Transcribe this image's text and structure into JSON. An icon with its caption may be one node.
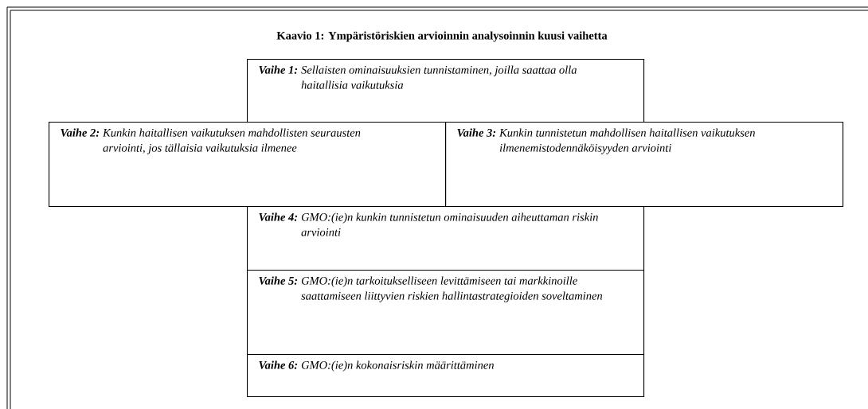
{
  "diagram": {
    "title": "Kaavio 1: Ympäristöriskien arvioinnin analysoinnin kuusi vaihetta",
    "nodes": [
      {
        "text": [
          "Vaihe 1:",
          "Sellaisten ominaisuuksien tunnistaminen, joilla saattaa olla haitallisia vaikutuksia"
        ]
      },
      {
        "text": [
          "Vaihe 2:",
          "Kunkin haitallisen vaikutuksen mahdollisten seurausten arviointi, jos tällaisia vaikutuksia ilmenee"
        ]
      },
      {
        "text": [
          "Vaihe 3:",
          "Kunkin tunnistetun mahdollisen haitallisen vaikutuksen ilmenemistodennäköisyyden arviointi"
        ]
      },
      {
        "text": [
          "Vaihe 4:",
          "GMO:(ie)n kunkin tunnistetun ominaisuuden aiheuttaman riskin arviointi"
        ]
      },
      {
        "text": [
          "Vaihe 5:",
          "GMO:(ie)n tarkoitukselliseen levittämiseen tai markkinoille saattamiseen liittyvien riskien hallintastrategioiden soveltaminen"
        ]
      },
      {
        "text": [
          "Vaihe 6:",
          "GMO:(ie)n kokonaisriskin määrittäminen"
        ]
      }
    ]
  }
}
